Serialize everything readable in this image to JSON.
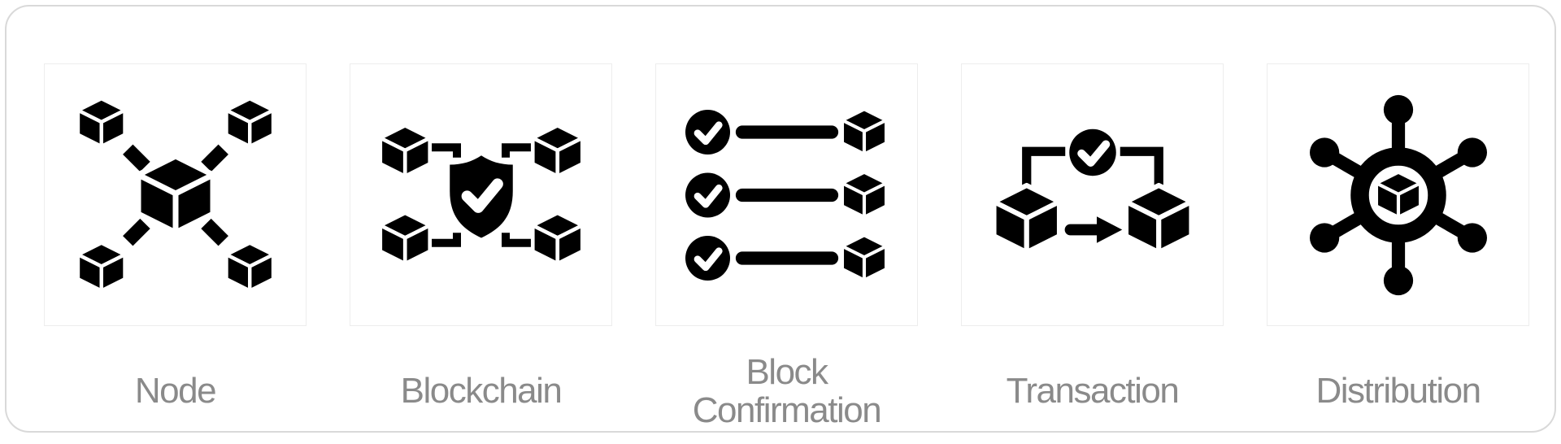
{
  "icon_set": {
    "items": [
      {
        "label": "Node",
        "icon": "node-icon"
      },
      {
        "label": "Blockchain",
        "icon": "blockchain-icon"
      },
      {
        "label": "Block Confirmation",
        "icon": "block-confirmation-icon"
      },
      {
        "label": "Transaction",
        "icon": "transaction-icon"
      },
      {
        "label": "Distribution",
        "icon": "distribution-icon"
      }
    ]
  },
  "colors": {
    "icon": "#000000",
    "label_text": "#8a8a8a",
    "card_border": "#ededed",
    "panel_border": "#d9d9d9",
    "background": "#ffffff"
  }
}
